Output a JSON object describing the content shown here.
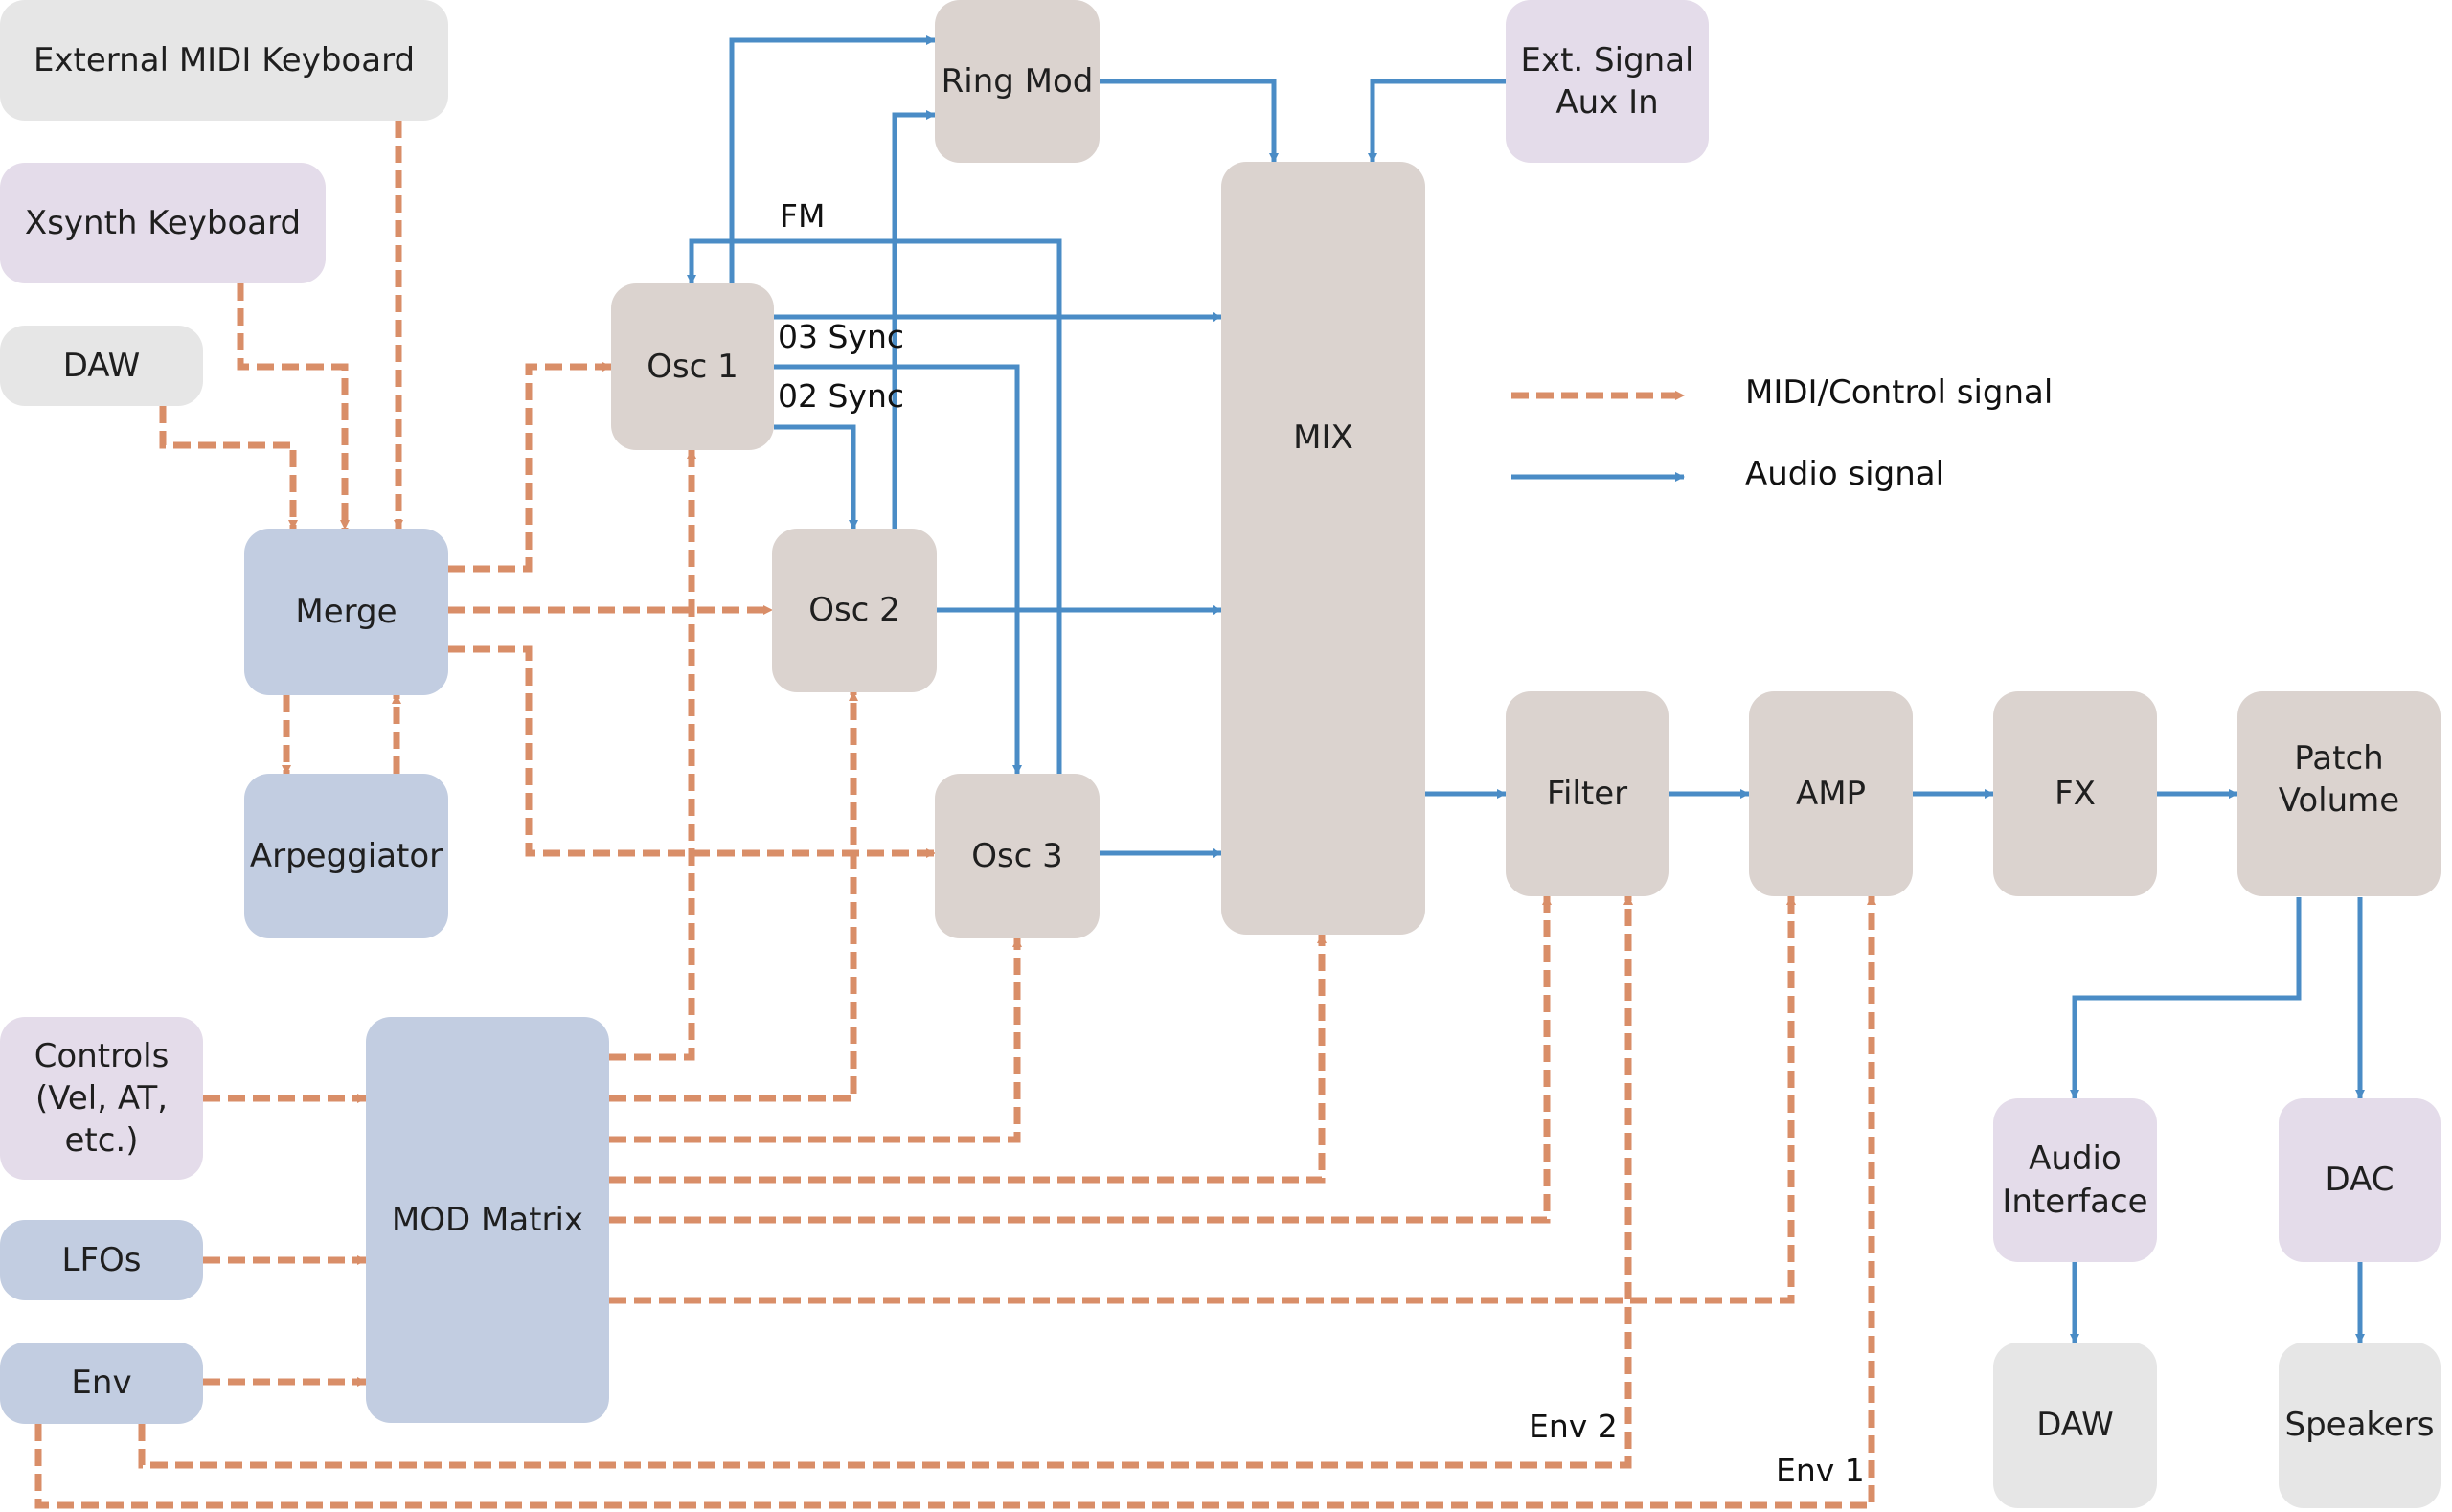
{
  "nodes": {
    "ext_midi": "External MIDI Keyboard",
    "xsynth": "Xsynth Keyboard",
    "daw_in": "DAW",
    "merge": "Merge",
    "arp": "Arpeggiator",
    "osc1": "Osc 1",
    "osc2": "Osc 2",
    "osc3": "Osc 3",
    "ringmod": "Ring Mod",
    "ext_signal": "Ext. Signal\nAux In",
    "mix": "MIX",
    "filter": "Filter",
    "amp": "AMP",
    "fx": "FX",
    "patch_volume": "Patch\nVolume",
    "audio_interface": "Audio\nInterface",
    "dac": "DAC",
    "daw_out": "DAW",
    "speakers": "Speakers",
    "controls": "Controls\n(Vel, AT,\netc.)",
    "lfos": "LFOs",
    "env": "Env",
    "mod_matrix": "MOD Matrix"
  },
  "edge_labels": {
    "fm": "FM",
    "o3sync": "03 Sync",
    "o2sync": "02 Sync",
    "env2": "Env 2",
    "env1": "Env 1"
  },
  "legend": {
    "midi": "MIDI/Control signal",
    "audio": "Audio signal"
  },
  "colors": {
    "midi_line": "#d98e68",
    "audio_line": "#4a8cc6"
  }
}
